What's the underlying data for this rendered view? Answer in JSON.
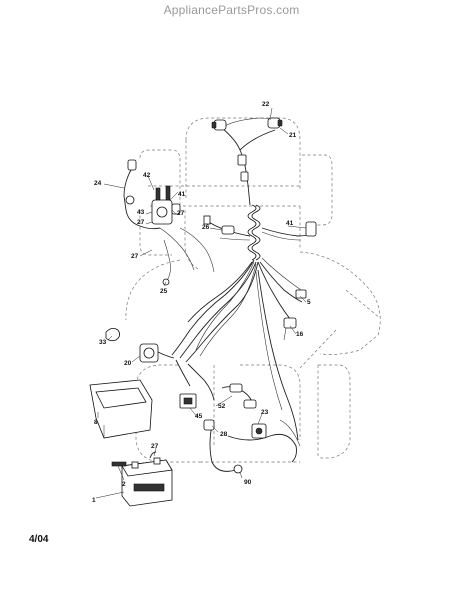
{
  "header": {
    "watermark": "AppliancePartsPros.com"
  },
  "footer": {
    "date_code": "4/04"
  },
  "callouts": {
    "c1": "1",
    "c2": "2",
    "c5": "5",
    "c8": "8",
    "c16": "16",
    "c20": "20",
    "c21": "21",
    "c22": "22",
    "c23": "23",
    "c24": "24",
    "c25": "25",
    "c26": "26",
    "c27a": "27",
    "c27b": "27",
    "c27c": "27",
    "c27d": "27",
    "c28": "28",
    "c33": "33",
    "c41a": "41",
    "c41b": "41",
    "c42": "42",
    "c43": "43",
    "c45": "45",
    "c52": "52",
    "c90": "90"
  }
}
